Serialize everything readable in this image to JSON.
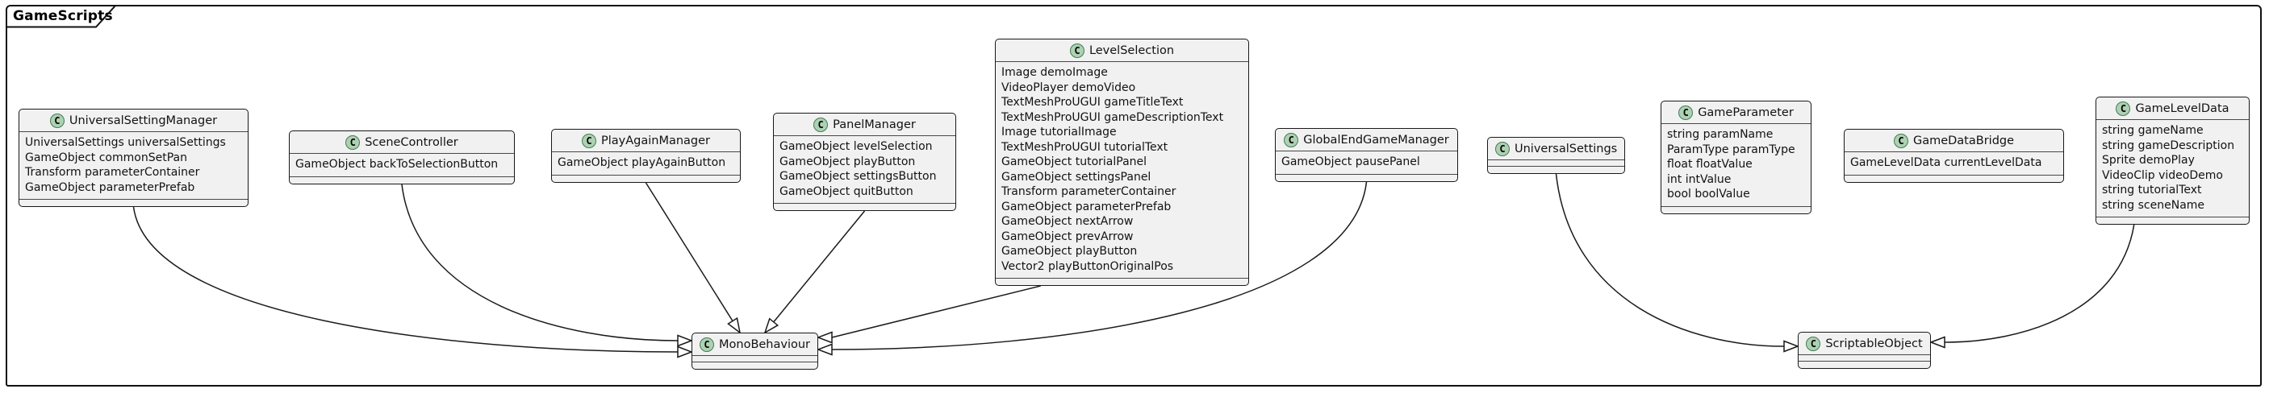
{
  "frame": {
    "label": "GameScripts"
  },
  "class_stereotype_letter": "C",
  "colors": {
    "class_fill": "#F1F1F1",
    "class_border": "#181818",
    "circle_fill": "#ADD1B2",
    "circle_border": "#447A55",
    "frame_border": "#111111",
    "background": "#ffffff"
  },
  "classes": [
    {
      "id": "UniversalSettingManager",
      "name": "UniversalSettingManager",
      "attributes": [
        "UniversalSettings universalSettings",
        "GameObject commonSetPan",
        "Transform parameterContainer",
        "GameObject parameterPrefab"
      ]
    },
    {
      "id": "SceneController",
      "name": "SceneController",
      "attributes": [
        "GameObject backToSelectionButton"
      ]
    },
    {
      "id": "PlayAgainManager",
      "name": "PlayAgainManager",
      "attributes": [
        "GameObject playAgainButton"
      ]
    },
    {
      "id": "PanelManager",
      "name": "PanelManager",
      "attributes": [
        "GameObject levelSelection",
        "GameObject playButton",
        "GameObject settingsButton",
        "GameObject quitButton"
      ]
    },
    {
      "id": "LevelSelection",
      "name": "LevelSelection",
      "attributes": [
        "Image demoImage",
        "VideoPlayer demoVideo",
        "TextMeshProUGUI gameTitleText",
        "TextMeshProUGUI gameDescriptionText",
        "Image tutorialImage",
        "TextMeshProUGUI tutorialText",
        "GameObject tutorialPanel",
        "GameObject settingsPanel",
        "Transform parameterContainer",
        "GameObject parameterPrefab",
        "GameObject nextArrow",
        "GameObject prevArrow",
        "GameObject playButton",
        "Vector2 playButtonOriginalPos"
      ]
    },
    {
      "id": "GlobalEndGameManager",
      "name": "GlobalEndGameManager",
      "attributes": [
        "GameObject pausePanel"
      ]
    },
    {
      "id": "UniversalSettings",
      "name": "UniversalSettings",
      "attributes": []
    },
    {
      "id": "GameParameter",
      "name": "GameParameter",
      "attributes": [
        "string paramName",
        "ParamType paramType",
        "float floatValue",
        "int intValue",
        "bool boolValue"
      ]
    },
    {
      "id": "GameDataBridge",
      "name": "GameDataBridge",
      "attributes": [
        "GameLevelData currentLevelData"
      ]
    },
    {
      "id": "GameLevelData",
      "name": "GameLevelData",
      "attributes": [
        "string gameName",
        "string gameDescription",
        "Sprite demoPlay",
        "VideoClip videoDemo",
        "string tutorialText",
        "string sceneName"
      ]
    },
    {
      "id": "MonoBehaviour",
      "name": "MonoBehaviour",
      "attributes": []
    },
    {
      "id": "ScriptableObject",
      "name": "ScriptableObject",
      "attributes": []
    }
  ],
  "relationships": [
    {
      "from": "UniversalSettingManager",
      "to": "MonoBehaviour",
      "type": "extends"
    },
    {
      "from": "SceneController",
      "to": "MonoBehaviour",
      "type": "extends"
    },
    {
      "from": "PlayAgainManager",
      "to": "MonoBehaviour",
      "type": "extends"
    },
    {
      "from": "PanelManager",
      "to": "MonoBehaviour",
      "type": "extends"
    },
    {
      "from": "LevelSelection",
      "to": "MonoBehaviour",
      "type": "extends"
    },
    {
      "from": "GlobalEndGameManager",
      "to": "MonoBehaviour",
      "type": "extends"
    },
    {
      "from": "UniversalSettings",
      "to": "ScriptableObject",
      "type": "extends"
    },
    {
      "from": "GameLevelData",
      "to": "ScriptableObject",
      "type": "extends"
    }
  ]
}
